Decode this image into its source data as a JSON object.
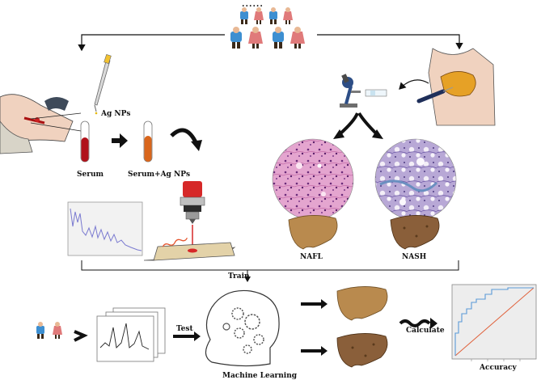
{
  "labels": {
    "population_dots": "......",
    "ag_nps": "Ag NPs",
    "serum": "Serum",
    "serum_ag_nps": "Serum+Ag NPs",
    "nafl": "NAFL",
    "nash": "NASH",
    "train": "Train",
    "test": "Test",
    "machine_learning": "Machine Learning",
    "calculate": "Calculate",
    "accuracy": "Accuracy"
  },
  "colors": {
    "male_shirt": "#3d8fd1",
    "female_dress": "#e07a7a",
    "serum_red": "#b0121b",
    "serum_agnp_orange": "#d9661c",
    "laser_red": "#d62828",
    "he_stain_pink": "#d98bc0",
    "trichrome_purple": "#9a86c4",
    "liver_healthy": "#b98a4e",
    "liver_diseased": "#8a5f3a",
    "spectrum_line": "#7a7ad0",
    "roc_curve": "#5a9ad8",
    "roc_diagonal": "#e0603a"
  },
  "icons": {
    "people": "people-group-icon",
    "pipette": "pipette-icon",
    "microscope": "microscope-icon",
    "laser": "raman-laser-icon",
    "brain_gears": "head-gears-icon"
  }
}
